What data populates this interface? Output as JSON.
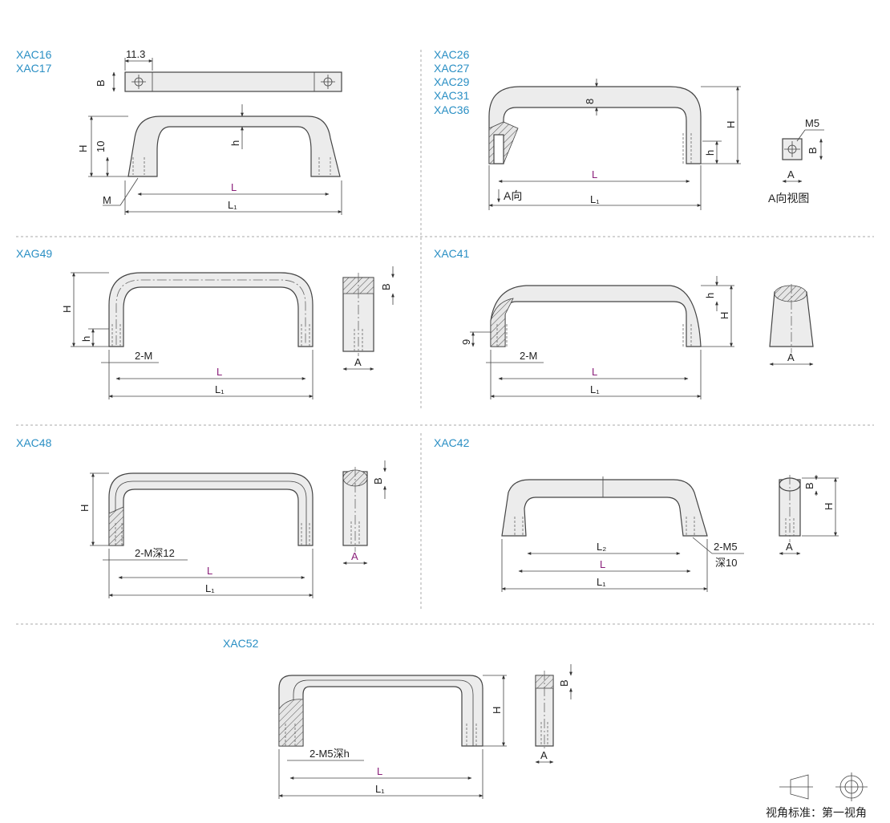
{
  "models": {
    "m1": [
      "XAC16",
      "XAC17"
    ],
    "m2": [
      "XAC26",
      "XAC27",
      "XAC29",
      "XAC31",
      "XAC36"
    ],
    "m3": [
      "XAG49"
    ],
    "m4": [
      "XAC41"
    ],
    "m5": [
      "XAC48"
    ],
    "m6": [
      "XAC42"
    ],
    "m7": [
      "XAC52"
    ]
  },
  "dims": {
    "w11_3": "11.3",
    "B": "B",
    "H": "H",
    "h": "h",
    "ten": "10",
    "eight": "8",
    "nine": "9",
    "M": "M",
    "L": "L",
    "L1": "L₁",
    "L2": "L₂",
    "A": "A",
    "M5": "M5",
    "A_dir": "A向",
    "A_view": "A向视图",
    "twoM": "2-M",
    "twoM_deep12": "2-M深12",
    "twoM5": "2-M5",
    "deep10": "深10",
    "twoM5_deeph": "2-M5深h"
  },
  "footer": {
    "projection": "视角标准：第一视角"
  }
}
